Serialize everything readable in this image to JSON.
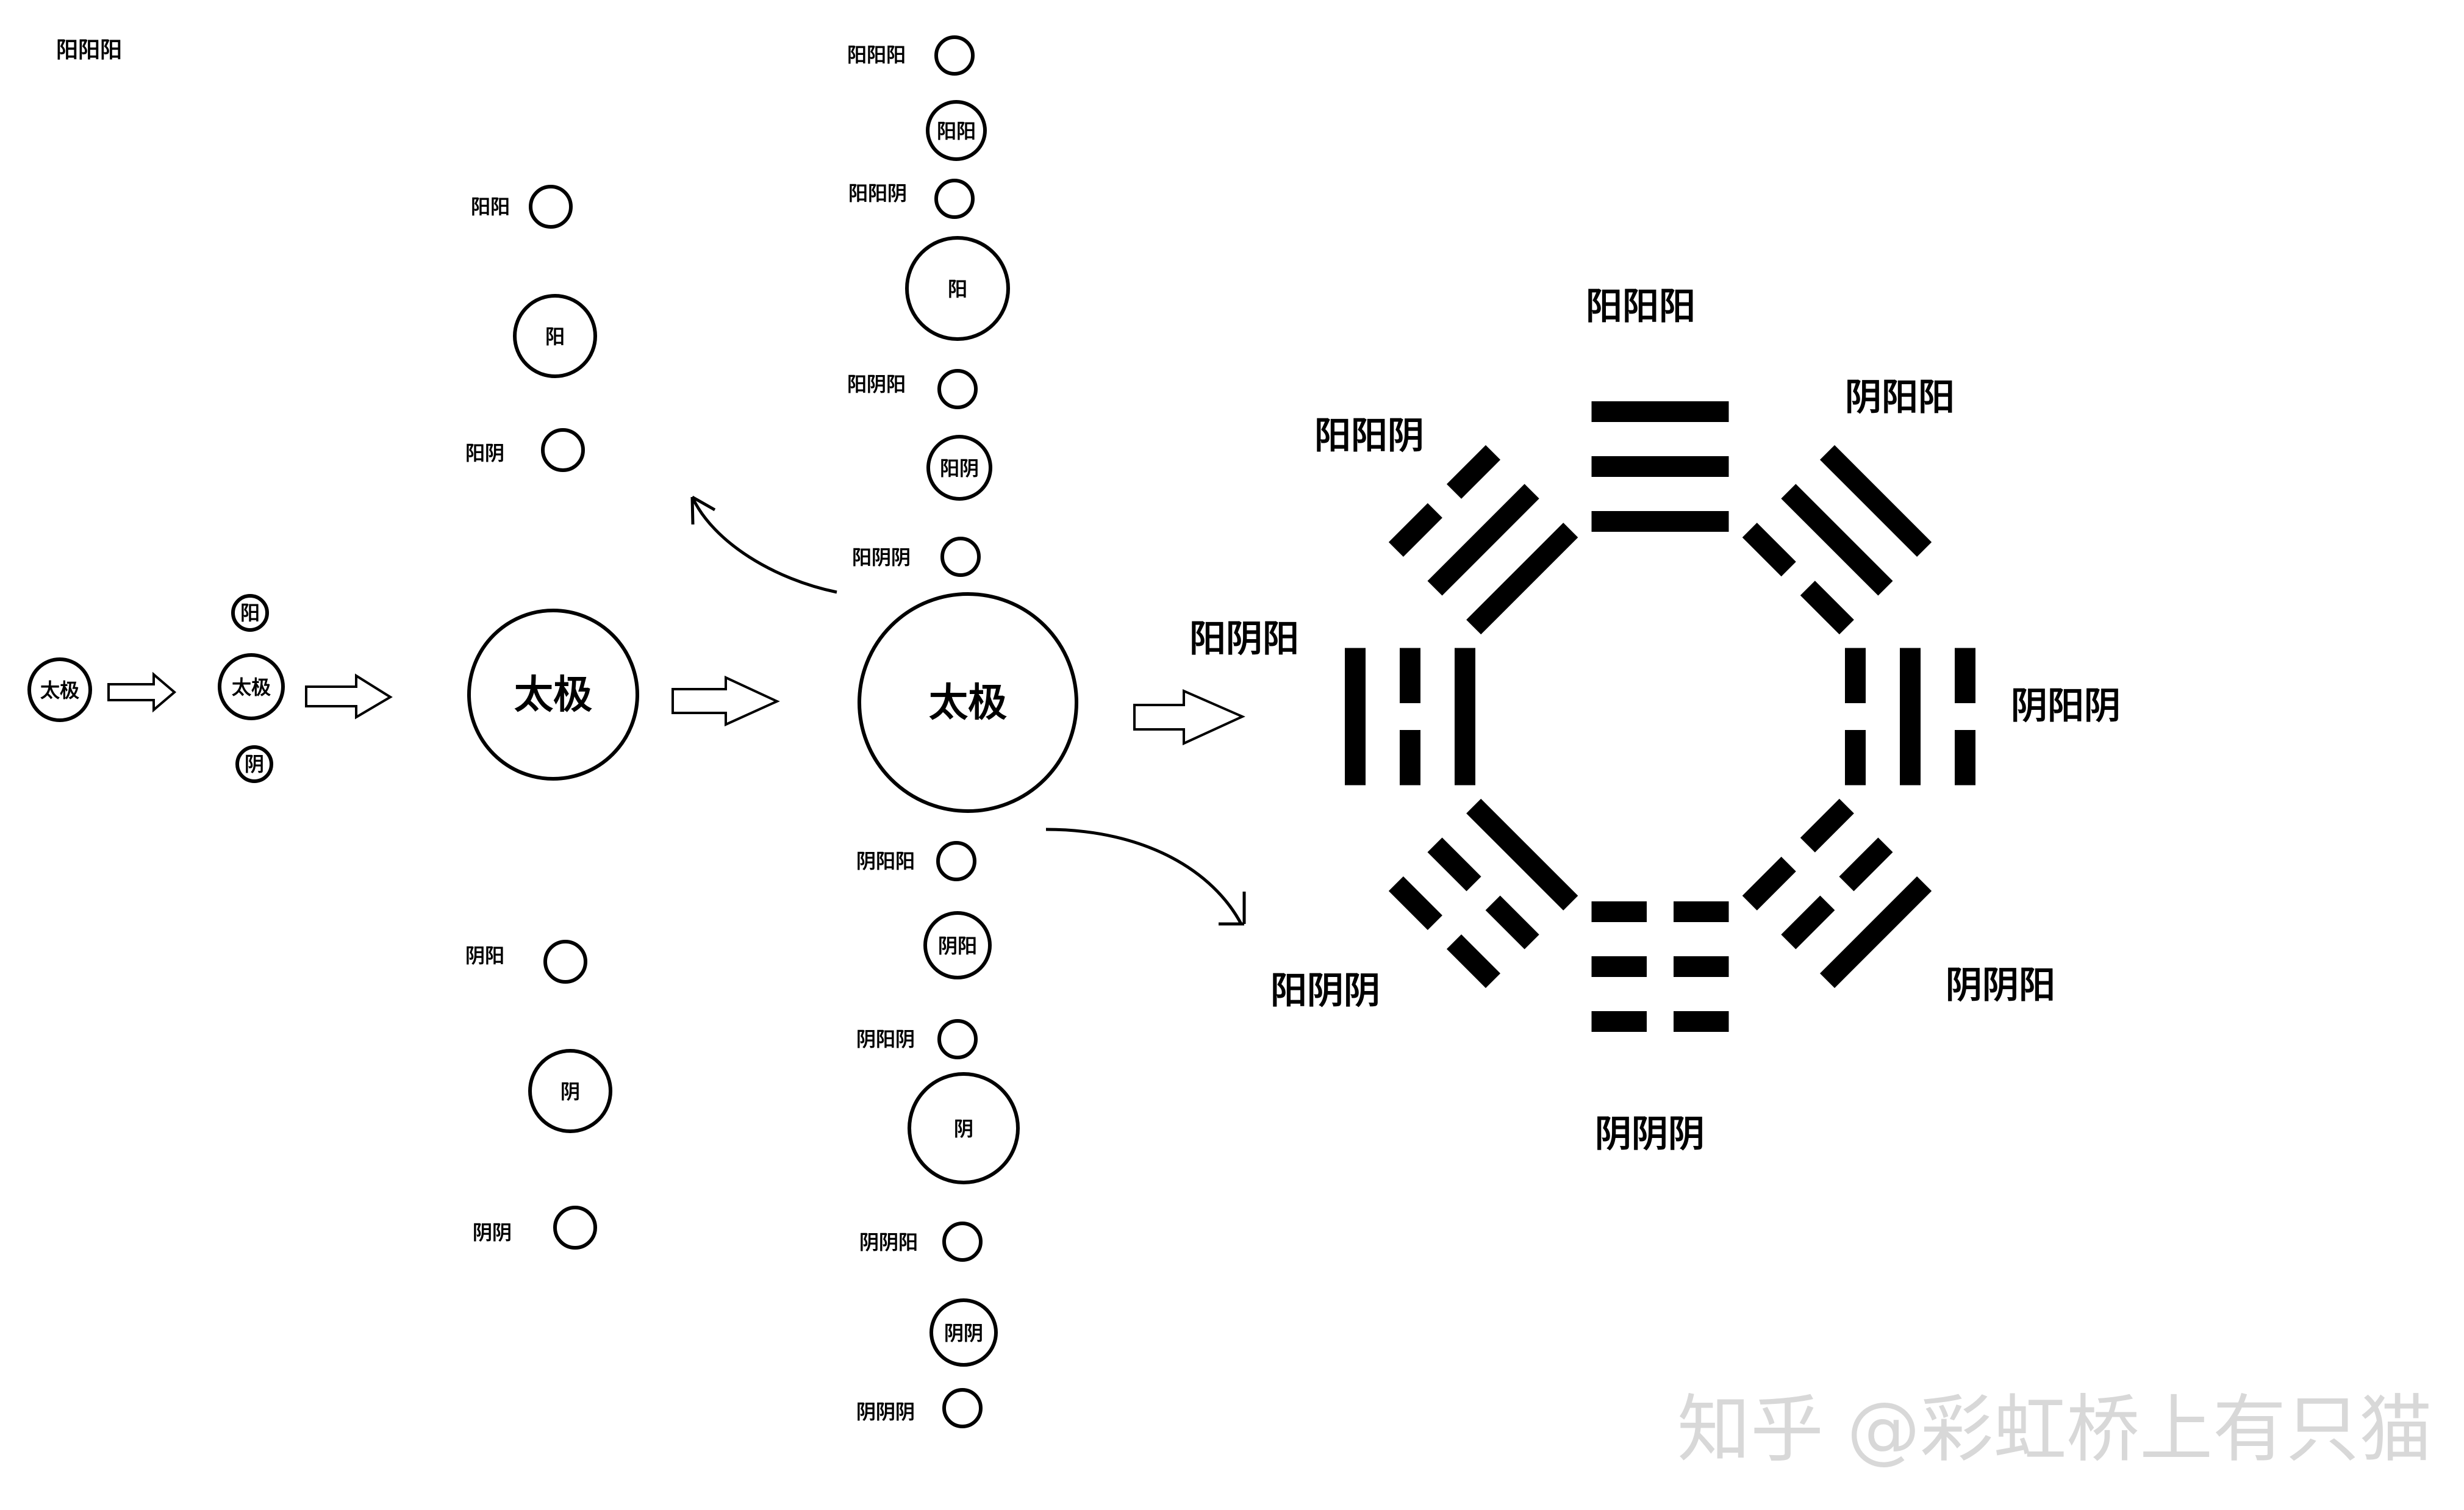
{
  "labels": {
    "corner": "阳阳阳",
    "stage1_taiji": "太极",
    "stage2_yang": "阳",
    "stage2_taiji": "太极",
    "stage2_yin": "阴",
    "stage3_taiji": "太极",
    "stage3_yangyang": "阳阳",
    "stage3_yang": "阳",
    "stage3_yangyin": "阳阴",
    "stage3_yinyang": "阴阳",
    "stage3_yin": "阴",
    "stage3_yinyin": "阴阴",
    "stage4_taiji": "太极",
    "col_yyy": "阳阳阳",
    "col_yy": "阳阳",
    "col_yyn": "阳阳阴",
    "col_y": "阳",
    "col_yny": "阳阴阳",
    "col_yn": "阳阴",
    "col_ynn": "阳阴阴",
    "col_nyy": "阴阳阳",
    "col_ny": "阴阳",
    "col_nyn": "阴阳阴",
    "col_n": "阴",
    "col_nny": "阴阴阳",
    "col_nn": "阴阴",
    "col_nnn": "阴阴阴"
  },
  "bagua": {
    "top": "阳阳阳",
    "top_right": "阴阳阳",
    "right": "阴阳阴",
    "bottom_right": "阴阴阳",
    "bottom": "阴阴阴",
    "bottom_left": "阳阴阴",
    "left": "阳阴阳",
    "top_left": "阳阳阴",
    "trigram_lines": {
      "top": [
        true,
        true,
        true
      ],
      "top_right": [
        false,
        true,
        true
      ],
      "right": [
        false,
        true,
        false
      ],
      "bottom_right": [
        false,
        false,
        true
      ],
      "bottom": [
        false,
        false,
        false
      ],
      "bottom_left": [
        true,
        false,
        false
      ],
      "left": [
        true,
        false,
        true
      ],
      "top_left": [
        true,
        true,
        false
      ]
    }
  },
  "watermark": "知乎 @彩虹桥上有只猫"
}
